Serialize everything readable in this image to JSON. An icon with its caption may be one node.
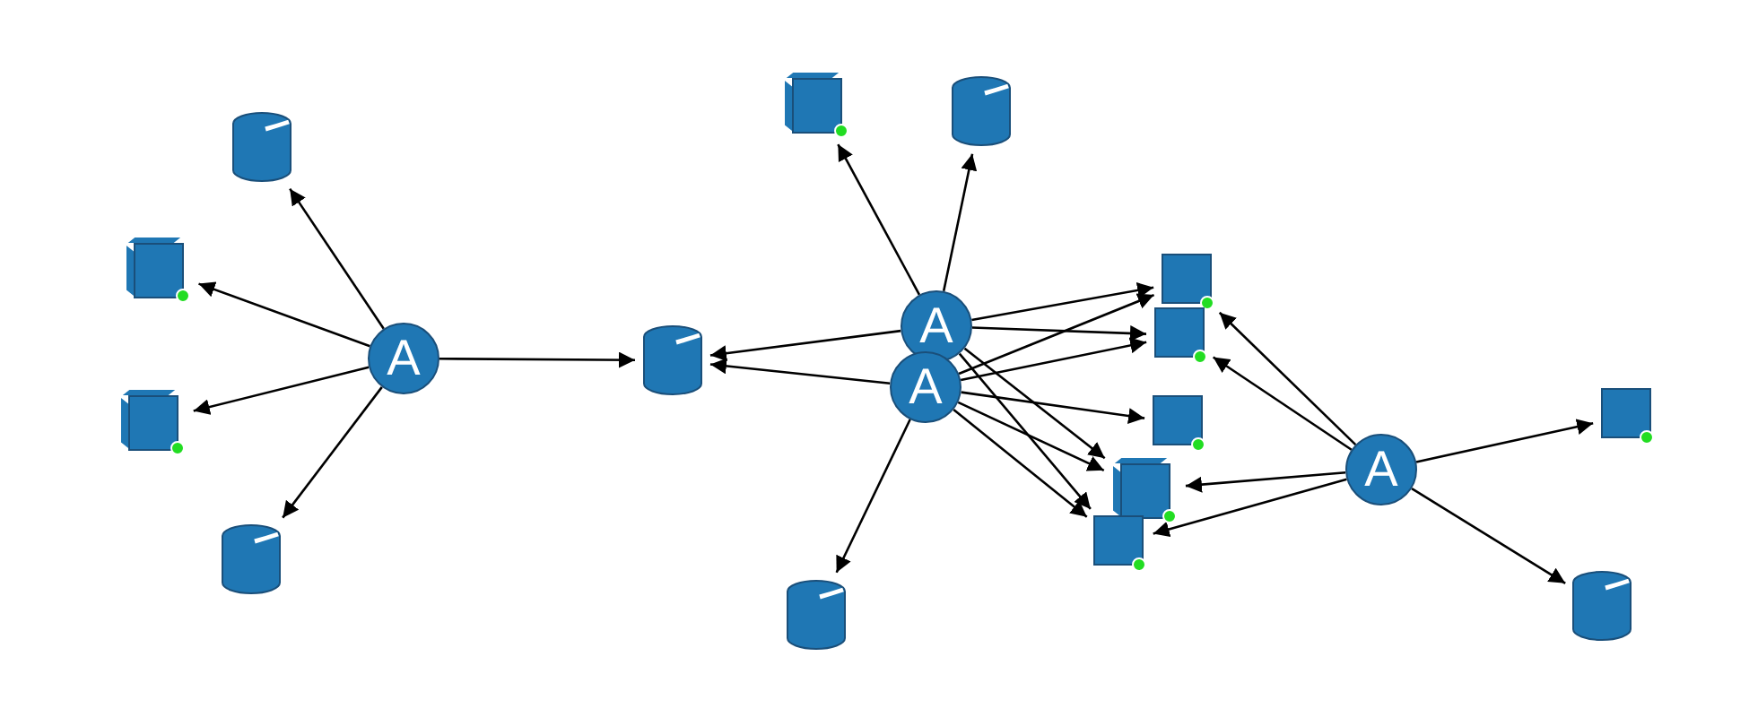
{
  "diagram": {
    "nodes": [
      {
        "text": [
          "A"
        ]
      },
      {
        "text": [],
        "shape": "cylinder"
      },
      {
        "text": [],
        "shape": "cube"
      },
      {
        "text": [],
        "shape": "cube"
      },
      {
        "text": [],
        "shape": "cylinder"
      },
      {
        "text": [],
        "shape": "cylinder"
      },
      {
        "text": [],
        "shape": "cube"
      },
      {
        "text": [],
        "shape": "cylinder"
      },
      {
        "text": [
          "A"
        ]
      },
      {
        "text": [
          "A"
        ]
      },
      {
        "text": [],
        "shape": "cylinder"
      },
      {
        "text": [],
        "shape": "box"
      },
      {
        "text": [],
        "shape": "box"
      },
      {
        "text": [],
        "shape": "box"
      },
      {
        "text": [],
        "shape": "cube"
      },
      {
        "text": [],
        "shape": "box"
      },
      {
        "text": [
          "A"
        ]
      },
      {
        "text": [],
        "shape": "box"
      },
      {
        "text": [],
        "shape": "cylinder"
      }
    ],
    "edges": [
      {
        "from": 0,
        "to": 1,
        "arrow": "to"
      },
      {
        "from": 0,
        "to": 2,
        "arrow": "to"
      },
      {
        "from": 0,
        "to": 3,
        "arrow": "to"
      },
      {
        "from": 0,
        "to": 4,
        "arrow": "to"
      },
      {
        "from": 0,
        "to": 5,
        "arrow": "to"
      },
      {
        "from": 8,
        "to": 6,
        "arrow": "to"
      },
      {
        "from": 8,
        "to": 7,
        "arrow": "to"
      },
      {
        "from": 8,
        "to": 5,
        "arrow": "to"
      },
      {
        "from": 8,
        "to": 11,
        "arrow": "to"
      },
      {
        "from": 8,
        "to": 12,
        "arrow": "to"
      },
      {
        "from": 8,
        "to": 14,
        "arrow": "to"
      },
      {
        "from": 8,
        "to": 15,
        "arrow": "to"
      },
      {
        "from": 9,
        "to": 5,
        "arrow": "to"
      },
      {
        "from": 9,
        "to": 10,
        "arrow": "to"
      },
      {
        "from": 9,
        "to": 11,
        "arrow": "to"
      },
      {
        "from": 9,
        "to": 12,
        "arrow": "to"
      },
      {
        "from": 9,
        "to": 13,
        "arrow": "to"
      },
      {
        "from": 9,
        "to": 14,
        "arrow": "to"
      },
      {
        "from": 9,
        "to": 15,
        "arrow": "to"
      },
      {
        "from": 16,
        "to": 11,
        "arrow": "to"
      },
      {
        "from": 16,
        "to": 12,
        "arrow": "to"
      },
      {
        "from": 16,
        "to": 14,
        "arrow": "to"
      },
      {
        "from": 16,
        "to": 15,
        "arrow": "to"
      },
      {
        "from": 16,
        "to": 17,
        "arrow": "to"
      },
      {
        "from": 16,
        "to": 18,
        "arrow": "to"
      }
    ]
  }
}
